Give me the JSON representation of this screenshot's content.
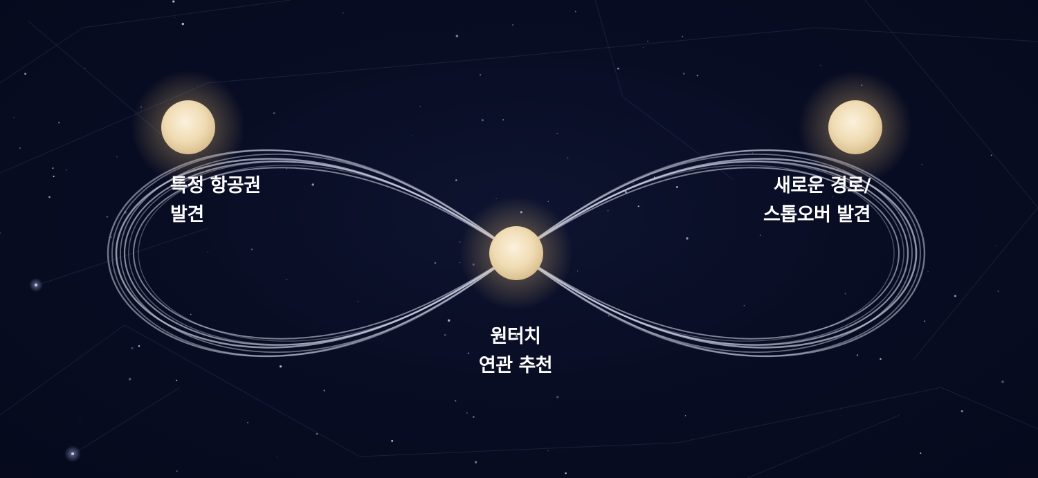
{
  "nodes": [
    {
      "id": "left",
      "lines": [
        "특정 항공권",
        "발견"
      ]
    },
    {
      "id": "center",
      "lines": [
        "원터치",
        "연관 추천"
      ]
    },
    {
      "id": "right",
      "lines": [
        "새로운 경로/",
        "스톱오버 발견"
      ]
    }
  ],
  "colors": {
    "background": "#070b1f",
    "orb": "#f3dfb8",
    "orb_glow": "#f6d9a0",
    "loop_stroke": "#c9cde0",
    "label": "#ffffff"
  }
}
